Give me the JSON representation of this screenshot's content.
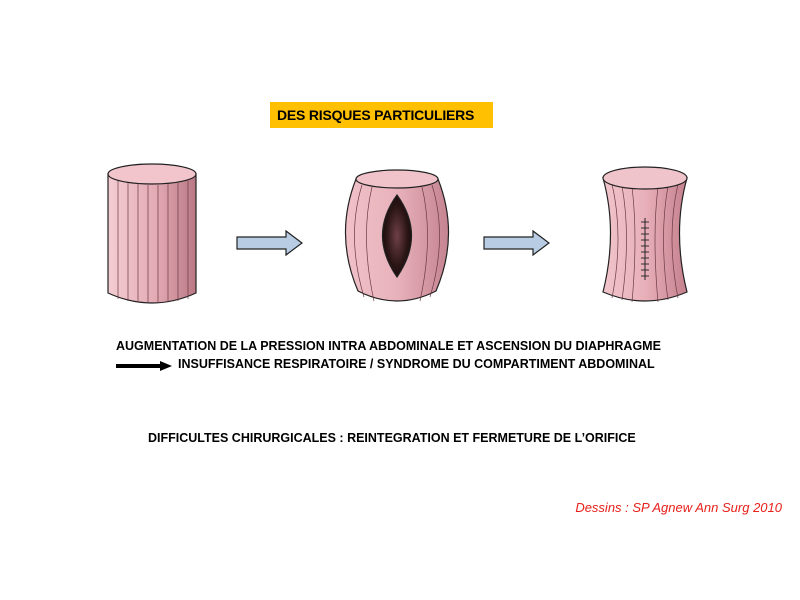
{
  "title": "DES RISQUES PARTICULIERS",
  "text": {
    "line1": "AUGMENTATION DE LA PRESSION INTRA ABDOMINALE ET ASCENSION DU DIAPHRAGME",
    "line2": "INSUFFISANCE RESPIRATOIRE /  SYNDROME DU COMPARTIMENT ABDOMINAL",
    "line3": "DIFFICULTES CHIRURGICALES : REINTEGRATION ET FERMETURE DE L’ORIFICE"
  },
  "credit": "Dessins : SP Agnew Ann Surg 2010",
  "colors": {
    "title_bg": "#fec000",
    "credit": "#e8201b",
    "arrow_fill": "#b8cce4",
    "tissue_light": "#f3c9d0",
    "tissue_dark": "#c98a96",
    "orifice_dark": "#2a1616"
  },
  "icons": [
    "cylinder-figure",
    "bulging-cylinder-figure",
    "sutured-cylinder-figure",
    "right-arrow-icon",
    "black-arrow-icon"
  ]
}
